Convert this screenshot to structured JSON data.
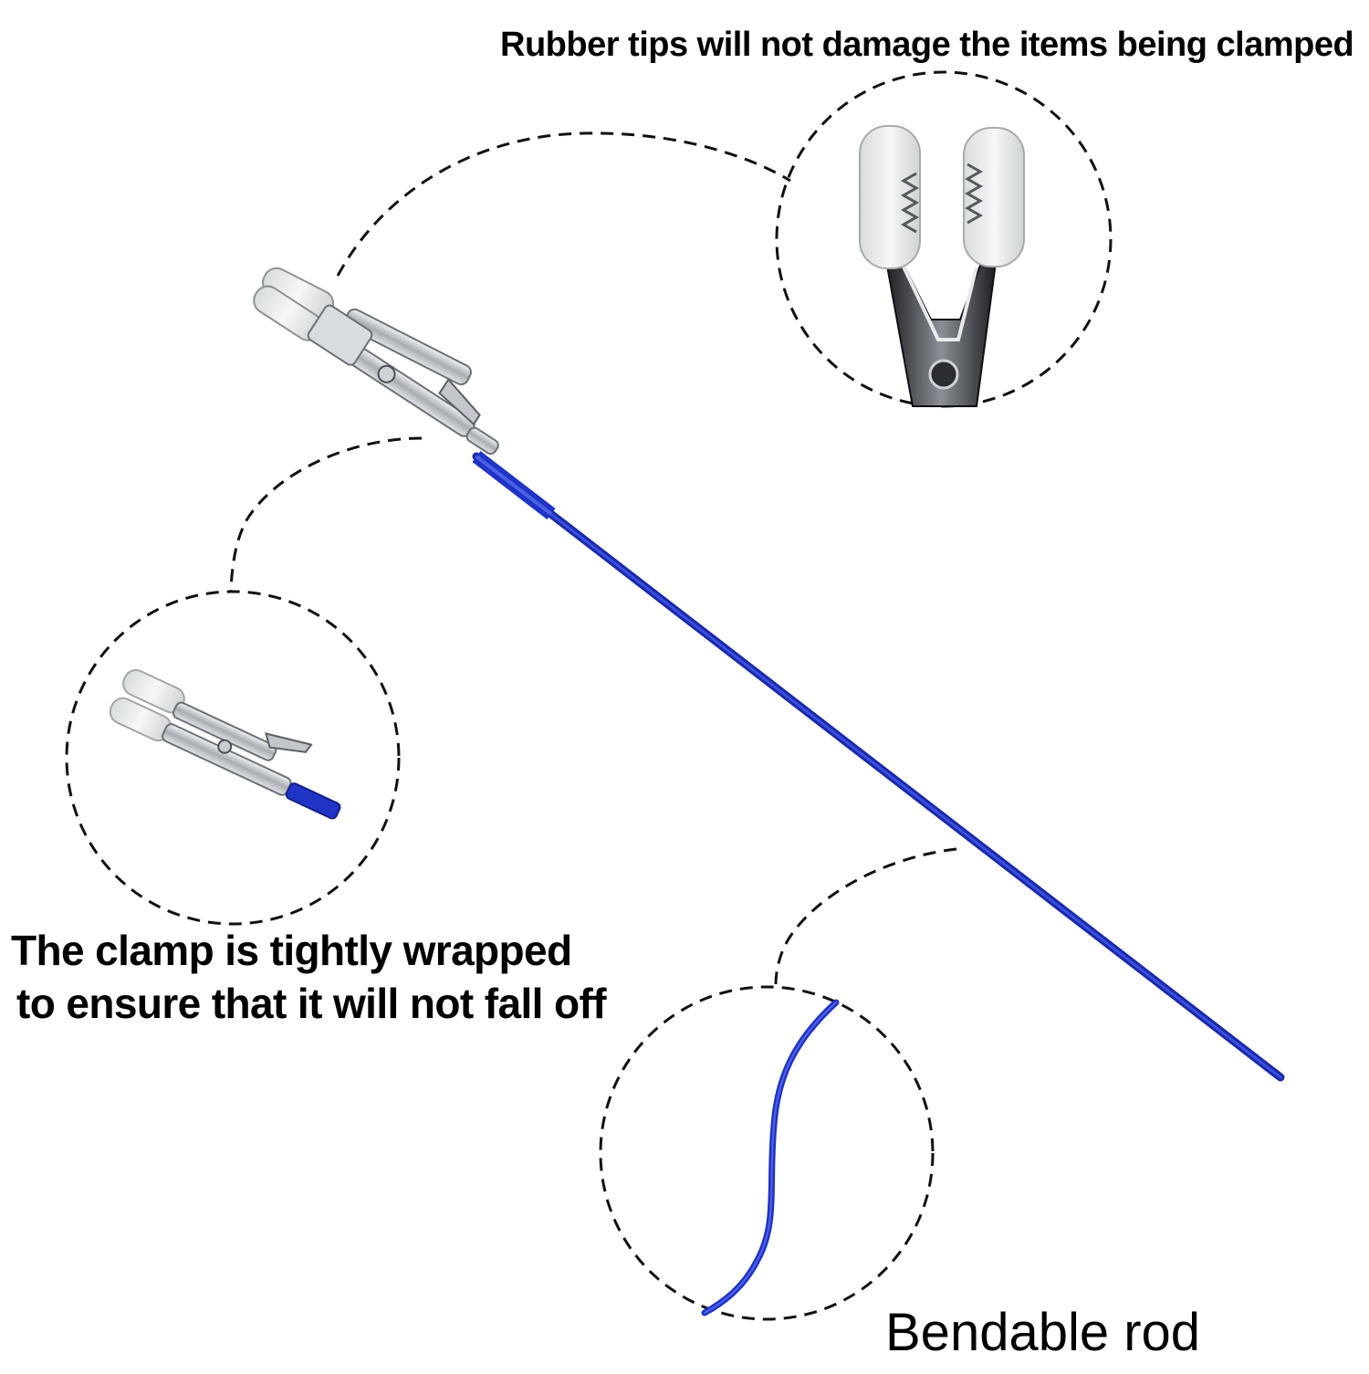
{
  "captions": {
    "rubber_tips": "Rubber tips will not damage the items being clamped",
    "clamp_wrapped_line1": "The clamp is tightly wrapped",
    "clamp_wrapped_line2": "to ensure that it will not fall off",
    "bendable_rod": "Bendable rod"
  },
  "colors": {
    "rod": "#1f33c4",
    "metal": "#b9bcc0",
    "rubber": "#e8ebea",
    "dash": "#111111"
  }
}
